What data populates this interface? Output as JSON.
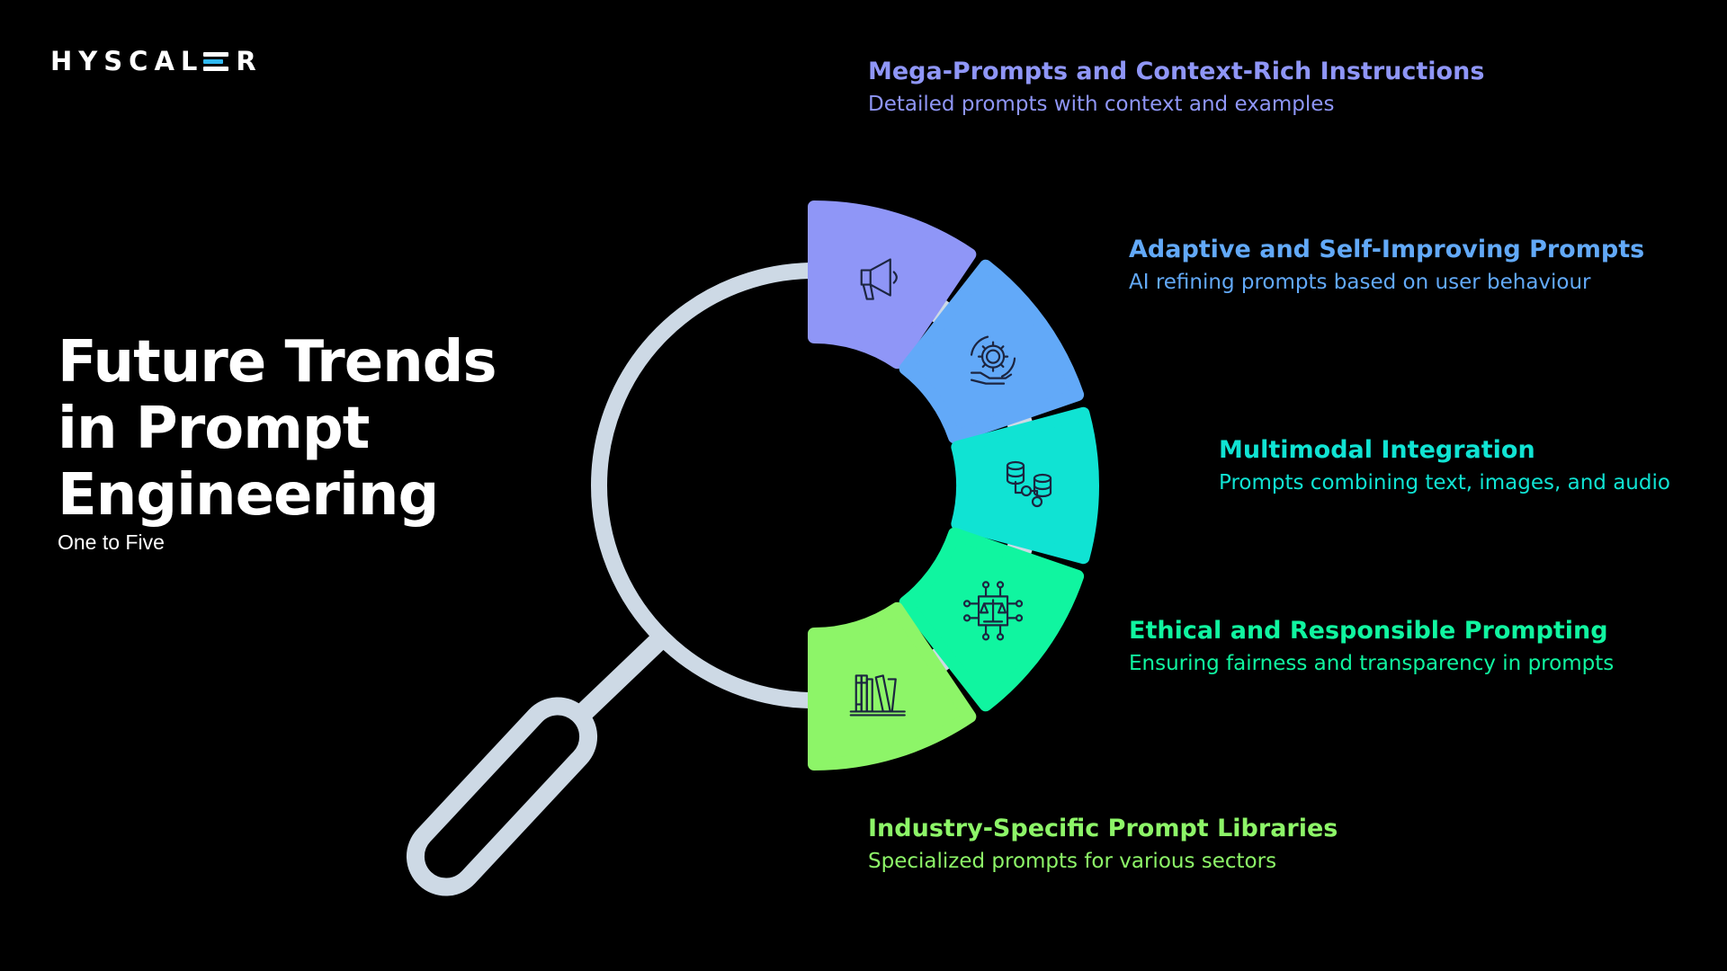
{
  "brand": {
    "name": "HYSCALER",
    "logo_colors": [
      "#ffffff",
      "#2fb8f0",
      "#ffffff"
    ]
  },
  "hero": {
    "title": "Future Trends\nin Prompt\nEngineering",
    "subtitle": "One to Five"
  },
  "handle_color": "#cdd9e5",
  "segments": [
    {
      "title": "Mega-Prompts and Context-Rich Instructions",
      "description": "Detailed prompts with context and examples",
      "color": "#8f96f7",
      "icon": "megaphone-icon"
    },
    {
      "title": "Adaptive and Self-Improving Prompts",
      "description": "AI refining prompts based on user behaviour",
      "color": "#62a9f8",
      "icon": "gear-hand-icon"
    },
    {
      "title": "Multimodal Integration",
      "description": "Prompts combining text, images, and audio",
      "color": "#10e3d3",
      "icon": "database-gear-icon"
    },
    {
      "title": "Ethical and Responsible Prompting",
      "description": "Ensuring fairness and transparency in prompts",
      "color": "#10f5a0",
      "icon": "balance-scale-chip-icon"
    },
    {
      "title": "Industry-Specific Prompt Libraries",
      "description": "Specialized prompts for various sectors",
      "color": "#8df568",
      "icon": "bookshelf-icon"
    }
  ]
}
